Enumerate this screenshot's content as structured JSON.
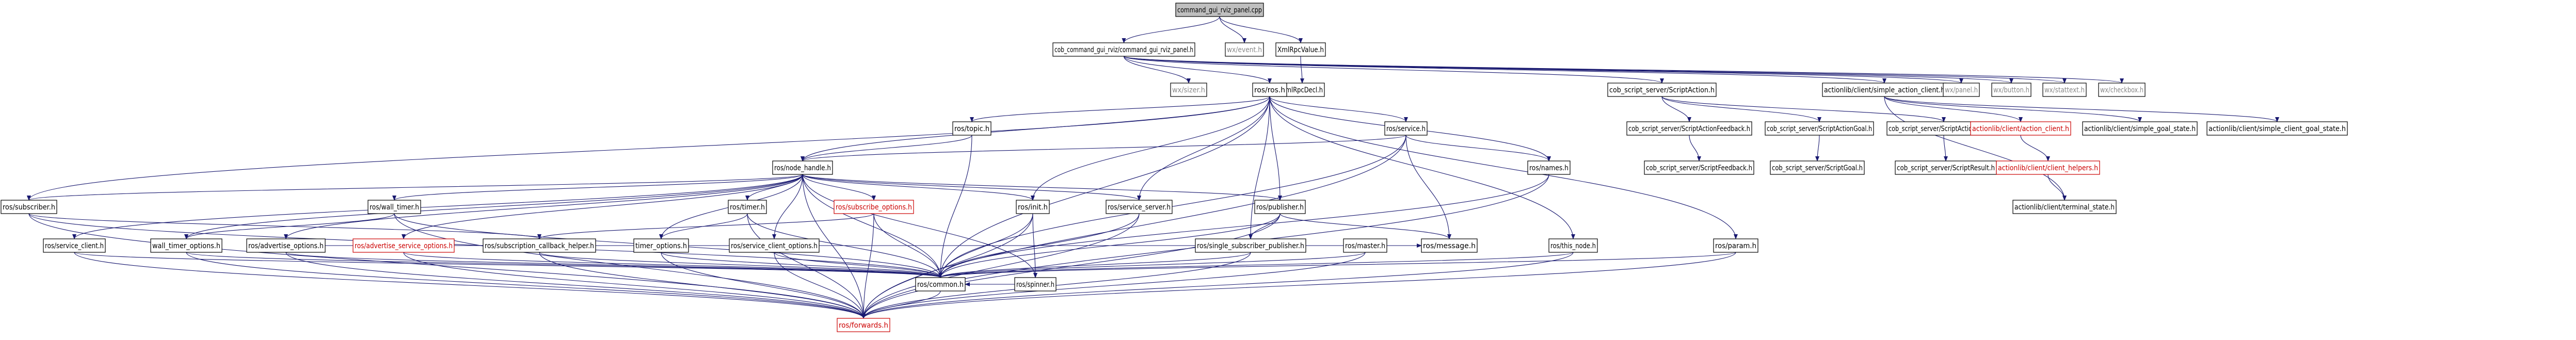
{
  "colors": {
    "edge": "#191970",
    "root_fill": "#bfbfbf",
    "node_border": "#000000",
    "missing_border": "#cc0000"
  },
  "nodes": [
    {
      "id": "root",
      "label": "command_gui_rviz_panel.cpp",
      "kind": "root"
    },
    {
      "id": "cgrp_h",
      "label": "cob_command_gui_rviz/command_gui_rviz_panel.h"
    },
    {
      "id": "wxevent",
      "label": "wx/event.h",
      "kind": "plain"
    },
    {
      "id": "xmlrpcvalue",
      "label": "XmlRpcValue.h"
    },
    {
      "id": "xmlrpcdecl",
      "label": "XmlRpcDecl.h"
    },
    {
      "id": "wxsizer",
      "label": "wx/sizer.h",
      "kind": "plain"
    },
    {
      "id": "ros_ros",
      "label": "ros/ros.h"
    },
    {
      "id": "scriptaction",
      "label": "cob_script_server/ScriptAction.h"
    },
    {
      "id": "simple_action_client",
      "label": "actionlib/client/simple_action_client.h"
    },
    {
      "id": "wxpanel",
      "label": "wx/panel.h",
      "kind": "plain"
    },
    {
      "id": "wxbutton",
      "label": "wx/button.h",
      "kind": "plain"
    },
    {
      "id": "wxstattext",
      "label": "wx/stattext.h",
      "kind": "plain"
    },
    {
      "id": "wxcheckbox",
      "label": "wx/checkbox.h",
      "kind": "plain"
    },
    {
      "id": "ros_topic",
      "label": "ros/topic.h"
    },
    {
      "id": "ros_service",
      "label": "ros/service.h"
    },
    {
      "id": "sa_feedback",
      "label": "cob_script_server/ScriptActionFeedback.h"
    },
    {
      "id": "sa_goal",
      "label": "cob_script_server/ScriptActionGoal.h"
    },
    {
      "id": "sa_result",
      "label": "cob_script_server/ScriptActionResult.h"
    },
    {
      "id": "action_client",
      "label": "actionlib/client/action_client.h",
      "kind": "incomplete"
    },
    {
      "id": "simple_goal_state",
      "label": "actionlib/client/simple_goal_state.h"
    },
    {
      "id": "simple_client_goal_state",
      "label": "actionlib/client/simple_client_goal_state.h"
    },
    {
      "id": "node_handle",
      "label": "ros/node_handle.h"
    },
    {
      "id": "ros_names",
      "label": "ros/names.h"
    },
    {
      "id": "s_feedback",
      "label": "cob_script_server/ScriptFeedback.h"
    },
    {
      "id": "s_goal",
      "label": "cob_script_server/ScriptGoal.h"
    },
    {
      "id": "s_result",
      "label": "cob_script_server/ScriptResult.h"
    },
    {
      "id": "client_helpers",
      "label": "actionlib/client/client_helpers.h",
      "kind": "incomplete"
    },
    {
      "id": "terminal_state",
      "label": "actionlib/client/terminal_state.h"
    },
    {
      "id": "ros_subscriber",
      "label": "ros/subscriber.h"
    },
    {
      "id": "wall_timer",
      "label": "ros/wall_timer.h"
    },
    {
      "id": "ros_timer",
      "label": "ros/timer.h"
    },
    {
      "id": "subscribe_options",
      "label": "ros/subscribe_options.h",
      "kind": "incomplete"
    },
    {
      "id": "ros_init",
      "label": "ros/init.h"
    },
    {
      "id": "service_server",
      "label": "ros/service_server.h"
    },
    {
      "id": "ros_publisher",
      "label": "ros/publisher.h"
    },
    {
      "id": "this_node",
      "label": "ros/this_node.h"
    },
    {
      "id": "ros_param",
      "label": "ros/param.h"
    },
    {
      "id": "service_client",
      "label": "ros/service_client.h"
    },
    {
      "id": "wall_timer_options",
      "label": "wall_timer_options.h"
    },
    {
      "id": "advertise_options",
      "label": "ros/advertise_options.h"
    },
    {
      "id": "advertise_service_options",
      "label": "ros/advertise_service_options.h",
      "kind": "incomplete"
    },
    {
      "id": "subscription_callback_helper",
      "label": "ros/subscription_callback_helper.h"
    },
    {
      "id": "timer_options",
      "label": "timer_options.h"
    },
    {
      "id": "service_client_options",
      "label": "ros/service_client_options.h"
    },
    {
      "id": "ros_spinner",
      "label": "ros/spinner.h"
    },
    {
      "id": "single_subscriber_publisher",
      "label": "ros/single_subscriber_publisher.h"
    },
    {
      "id": "ros_master",
      "label": "ros/master.h"
    },
    {
      "id": "ros_message",
      "label": "ros/message.h"
    },
    {
      "id": "ros_common",
      "label": "ros/common.h"
    },
    {
      "id": "ros_forwards",
      "label": "ros/forwards.h",
      "kind": "incomplete"
    }
  ],
  "edges": [
    [
      "root",
      "cgrp_h"
    ],
    [
      "root",
      "wxevent"
    ],
    [
      "root",
      "xmlrpcvalue"
    ],
    [
      "xmlrpcvalue",
      "xmlrpcdecl"
    ],
    [
      "cgrp_h",
      "wxsizer"
    ],
    [
      "cgrp_h",
      "ros_ros"
    ],
    [
      "cgrp_h",
      "scriptaction"
    ],
    [
      "cgrp_h",
      "simple_action_client"
    ],
    [
      "cgrp_h",
      "wxpanel"
    ],
    [
      "cgrp_h",
      "wxbutton"
    ],
    [
      "cgrp_h",
      "wxstattext"
    ],
    [
      "cgrp_h",
      "wxcheckbox"
    ],
    [
      "ros_ros",
      "ros_topic"
    ],
    [
      "ros_ros",
      "ros_service"
    ],
    [
      "ros_ros",
      "node_handle"
    ],
    [
      "ros_ros",
      "ros_names"
    ],
    [
      "ros_ros",
      "ros_subscriber"
    ],
    [
      "ros_ros",
      "ros_init"
    ],
    [
      "ros_ros",
      "service_server"
    ],
    [
      "ros_ros",
      "ros_publisher"
    ],
    [
      "ros_ros",
      "this_node"
    ],
    [
      "ros_ros",
      "ros_param"
    ],
    [
      "ros_ros",
      "single_subscriber_publisher"
    ],
    [
      "ros_ros",
      "ros_common"
    ],
    [
      "scriptaction",
      "sa_feedback"
    ],
    [
      "scriptaction",
      "sa_goal"
    ],
    [
      "scriptaction",
      "sa_result"
    ],
    [
      "sa_feedback",
      "s_feedback"
    ],
    [
      "sa_goal",
      "s_goal"
    ],
    [
      "sa_result",
      "s_result"
    ],
    [
      "simple_action_client",
      "action_client"
    ],
    [
      "simple_action_client",
      "simple_goal_state"
    ],
    [
      "simple_action_client",
      "simple_client_goal_state"
    ],
    [
      "simple_action_client",
      "terminal_state"
    ],
    [
      "action_client",
      "client_helpers"
    ],
    [
      "client_helpers",
      "terminal_state"
    ],
    [
      "ros_topic",
      "node_handle"
    ],
    [
      "ros_topic",
      "ros_common"
    ],
    [
      "ros_service",
      "node_handle"
    ],
    [
      "ros_service",
      "ros_names"
    ],
    [
      "ros_service",
      "ros_common"
    ],
    [
      "ros_service",
      "ros_message"
    ],
    [
      "ros_service",
      "ros_forwards"
    ],
    [
      "node_handle",
      "ros_subscriber"
    ],
    [
      "node_handle",
      "wall_timer"
    ],
    [
      "node_handle",
      "ros_timer"
    ],
    [
      "node_handle",
      "subscribe_options"
    ],
    [
      "node_handle",
      "ros_init"
    ],
    [
      "node_handle",
      "service_server"
    ],
    [
      "node_handle",
      "ros_publisher"
    ],
    [
      "node_handle",
      "service_client"
    ],
    [
      "node_handle",
      "advertise_options"
    ],
    [
      "node_handle",
      "advertise_service_options"
    ],
    [
      "node_handle",
      "timer_options"
    ],
    [
      "node_handle",
      "wall_timer_options"
    ],
    [
      "node_handle",
      "service_client_options"
    ],
    [
      "node_handle",
      "ros_spinner"
    ],
    [
      "node_handle",
      "ros_common"
    ],
    [
      "node_handle",
      "ros_forwards"
    ],
    [
      "ros_names",
      "ros_common"
    ],
    [
      "ros_names",
      "ros_forwards"
    ],
    [
      "ros_subscriber",
      "subscription_callback_helper"
    ],
    [
      "ros_subscriber",
      "ros_common"
    ],
    [
      "ros_subscriber",
      "ros_forwards"
    ],
    [
      "wall_timer",
      "wall_timer_options"
    ],
    [
      "wall_timer",
      "ros_common"
    ],
    [
      "wall_timer",
      "ros_forwards"
    ],
    [
      "ros_timer",
      "timer_options"
    ],
    [
      "ros_timer",
      "ros_common"
    ],
    [
      "ros_timer",
      "ros_forwards"
    ],
    [
      "subscribe_options",
      "subscription_callback_helper"
    ],
    [
      "subscribe_options",
      "ros_common"
    ],
    [
      "subscribe_options",
      "ros_forwards"
    ],
    [
      "ros_init",
      "ros_spinner"
    ],
    [
      "ros_init",
      "ros_common"
    ],
    [
      "ros_init",
      "ros_forwards"
    ],
    [
      "service_server",
      "ros_common"
    ],
    [
      "service_server",
      "ros_forwards"
    ],
    [
      "ros_publisher",
      "ros_message"
    ],
    [
      "ros_publisher",
      "ros_common"
    ],
    [
      "ros_publisher",
      "ros_forwards"
    ],
    [
      "ros_publisher",
      "single_subscriber_publisher"
    ],
    [
      "this_node",
      "ros_common"
    ],
    [
      "this_node",
      "ros_forwards"
    ],
    [
      "ros_param",
      "ros_common"
    ],
    [
      "ros_param",
      "ros_forwards"
    ],
    [
      "service_client",
      "ros_common"
    ],
    [
      "service_client",
      "ros_forwards"
    ],
    [
      "wall_timer_options",
      "ros_common"
    ],
    [
      "wall_timer_options",
      "ros_forwards"
    ],
    [
      "advertise_options",
      "ros_message"
    ],
    [
      "advertise_options",
      "ros_common"
    ],
    [
      "advertise_options",
      "ros_forwards"
    ],
    [
      "advertise_service_options",
      "ros_common"
    ],
    [
      "advertise_service_options",
      "ros_forwards"
    ],
    [
      "subscription_callback_helper",
      "ros_common"
    ],
    [
      "subscription_callback_helper",
      "ros_forwards"
    ],
    [
      "timer_options",
      "ros_common"
    ],
    [
      "timer_options",
      "ros_forwards"
    ],
    [
      "service_client_options",
      "ros_common"
    ],
    [
      "service_client_options",
      "ros_forwards"
    ],
    [
      "ros_spinner",
      "ros_common"
    ],
    [
      "single_subscriber_publisher",
      "ros_common"
    ],
    [
      "single_subscriber_publisher",
      "ros_forwards"
    ],
    [
      "ros_master",
      "ros_common"
    ],
    [
      "ros_master",
      "ros_forwards"
    ],
    [
      "ros_common",
      "ros_forwards"
    ]
  ]
}
